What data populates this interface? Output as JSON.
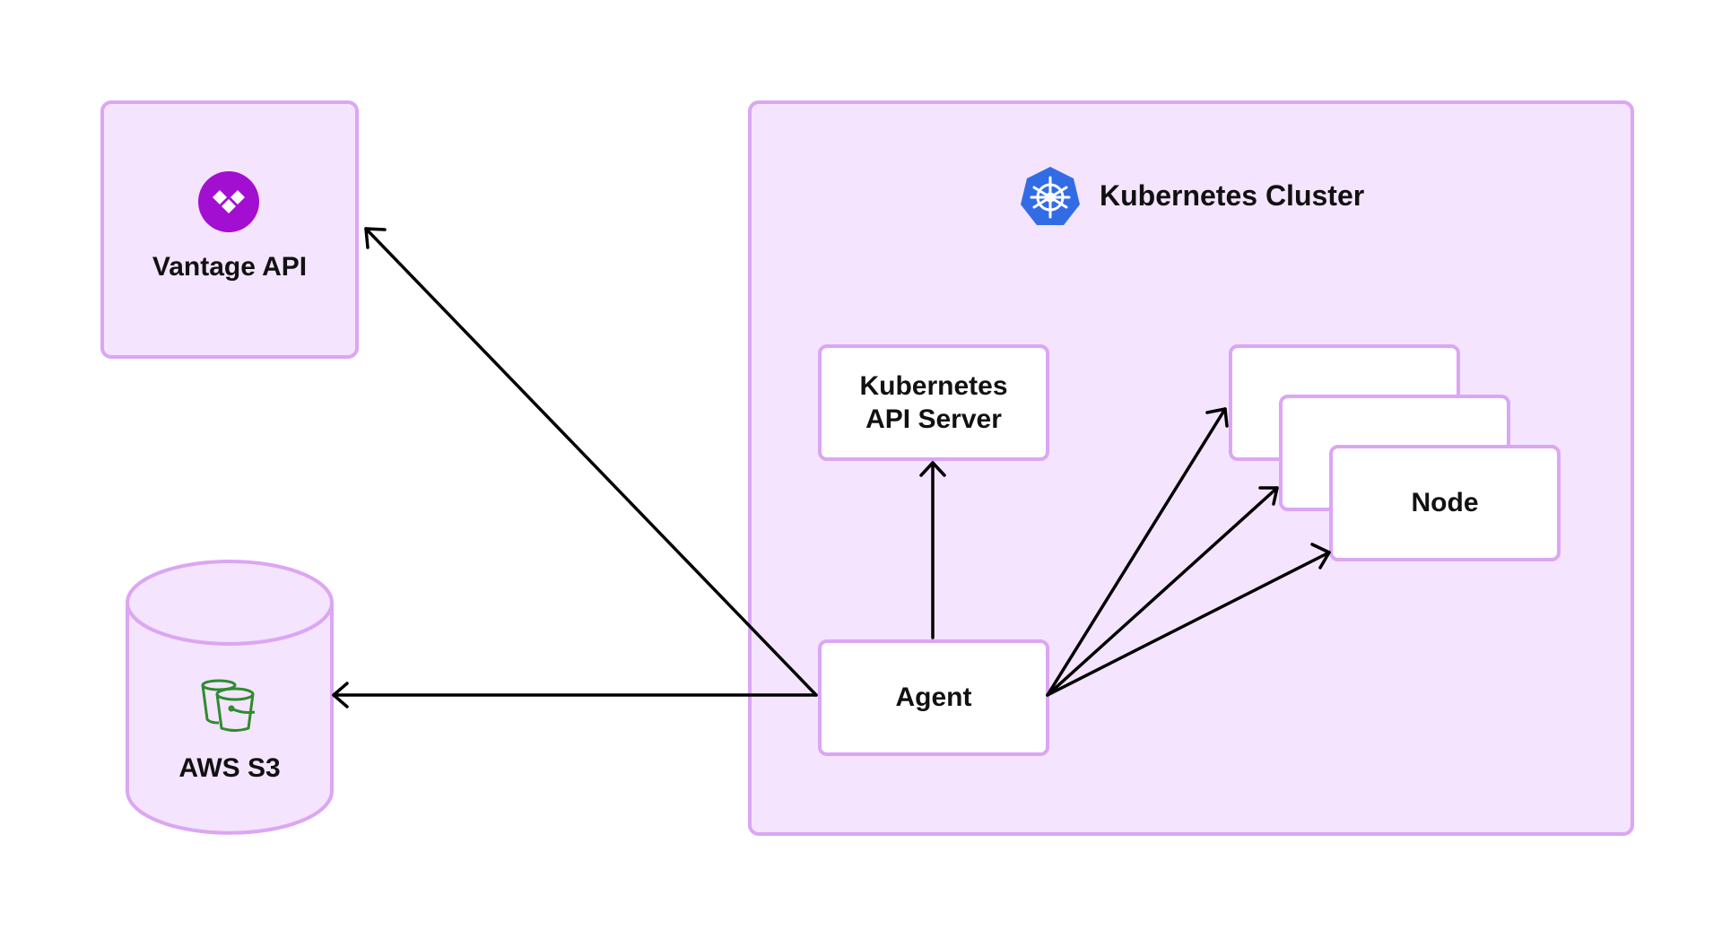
{
  "vantage": {
    "title": "Vantage API",
    "icon": "vantage-logo-icon",
    "logo_color": "#a30fd0"
  },
  "s3": {
    "title": "AWS S3",
    "icon": "s3-bucket-icon",
    "icon_color": "#2e8b2e"
  },
  "cluster": {
    "title": "Kubernetes Cluster",
    "icon": "kubernetes-helm-icon",
    "icon_color": "#326ce5"
  },
  "api_server": {
    "line1": "Kubernetes",
    "line2": "API Server"
  },
  "agent": {
    "label": "Agent"
  },
  "node": {
    "label": "Node"
  },
  "colors": {
    "panel_fill": "#f4e4fd",
    "panel_border": "#dba6f4",
    "arrow": "#000000"
  }
}
